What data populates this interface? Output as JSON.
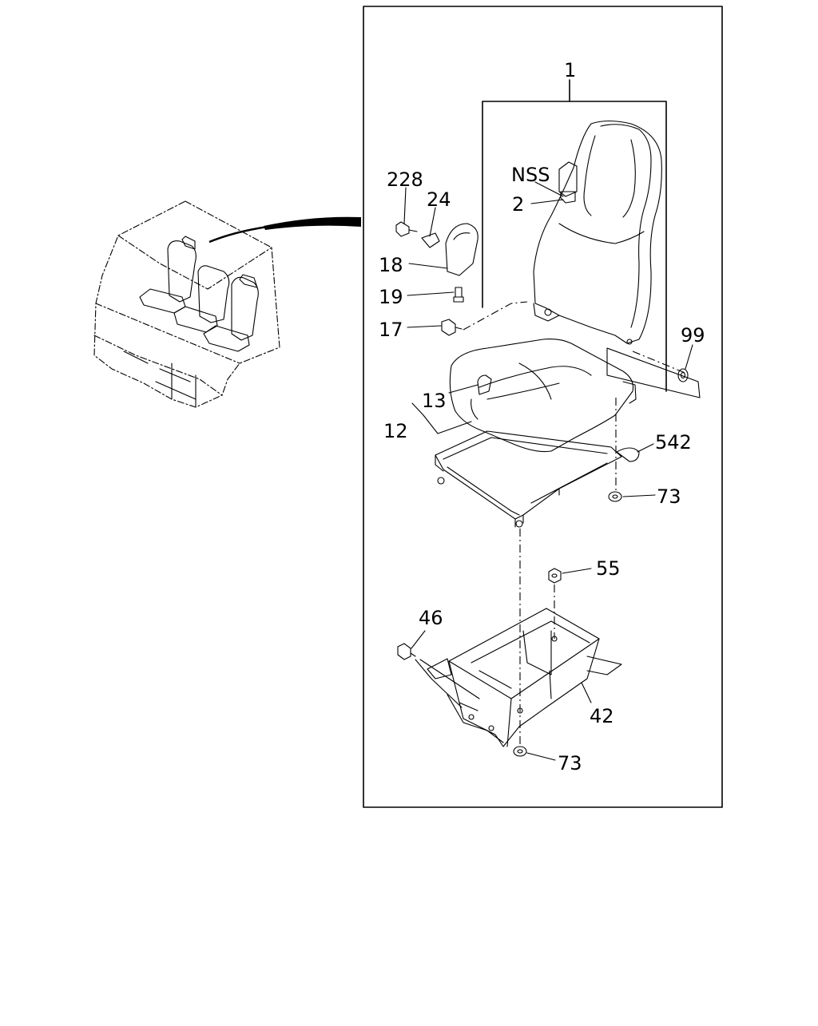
{
  "callouts": [
    {
      "id": "c1",
      "text": "1"
    },
    {
      "id": "c228",
      "text": "228"
    },
    {
      "id": "c24",
      "text": "24"
    },
    {
      "id": "cNSS",
      "text": "NSS"
    },
    {
      "id": "c2",
      "text": "2"
    },
    {
      "id": "c18",
      "text": "18"
    },
    {
      "id": "c19",
      "text": "19"
    },
    {
      "id": "c17",
      "text": "17"
    },
    {
      "id": "c99",
      "text": "99"
    },
    {
      "id": "c13",
      "text": "13"
    },
    {
      "id": "c12",
      "text": "12"
    },
    {
      "id": "c542",
      "text": "542"
    },
    {
      "id": "c73a",
      "text": "73"
    },
    {
      "id": "c55",
      "text": "55"
    },
    {
      "id": "c46",
      "text": "46"
    },
    {
      "id": "c42",
      "text": "42"
    },
    {
      "id": "c73b",
      "text": "73"
    }
  ]
}
